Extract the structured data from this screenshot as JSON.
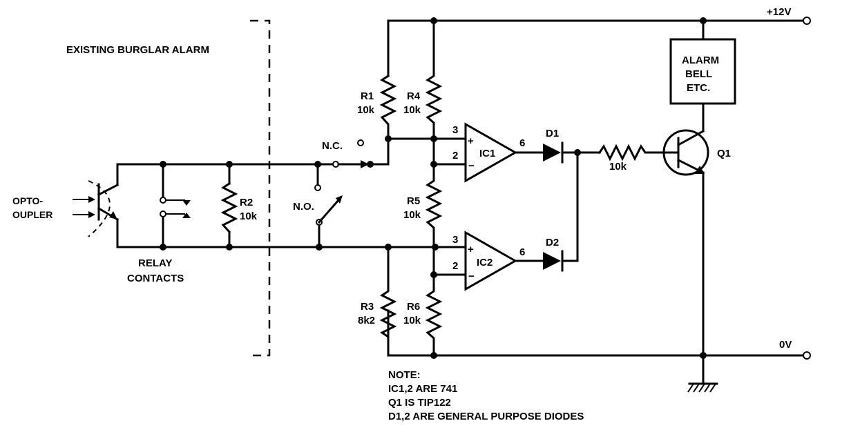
{
  "title": "EXISTING BURGLAR ALARM",
  "supply": {
    "positive": "+12V",
    "ground": "0V"
  },
  "optocoupler": {
    "label_line1": "OPTO-",
    "label_line2": "OUPLER"
  },
  "relay": {
    "label_line1": "RELAY",
    "label_line2": "CONTACTS"
  },
  "switch": {
    "nc": "N.C.",
    "no": "N.O."
  },
  "resistors": {
    "r1": {
      "name": "R1",
      "value": "10k"
    },
    "r2": {
      "name": "R2",
      "value": "10k"
    },
    "r3": {
      "name": "R3",
      "value": "8k2"
    },
    "r4": {
      "name": "R4",
      "value": "10k"
    },
    "r5": {
      "name": "R5",
      "value": "10k"
    },
    "r6": {
      "name": "R6",
      "value": "10k"
    },
    "rb": {
      "value": "10k"
    }
  },
  "ics": {
    "ic1": {
      "name": "IC1",
      "pin_plus": "3",
      "pin_minus": "2",
      "pin_out": "6",
      "plus": "+",
      "minus": "−"
    },
    "ic2": {
      "name": "IC2",
      "pin_plus": "3",
      "pin_minus": "2",
      "pin_out": "6",
      "plus": "+",
      "minus": "−"
    }
  },
  "diodes": {
    "d1": "D1",
    "d2": "D2"
  },
  "transistor": {
    "name": "Q1"
  },
  "alarm_bell": {
    "line1": "ALARM",
    "line2": "BELL",
    "line3": "ETC."
  },
  "note": {
    "heading": "NOTE:",
    "line1": "IC1,2 ARE 741",
    "line2": "Q1 IS TIP122",
    "line3": "D1,2 ARE GENERAL PURPOSE DIODES"
  }
}
